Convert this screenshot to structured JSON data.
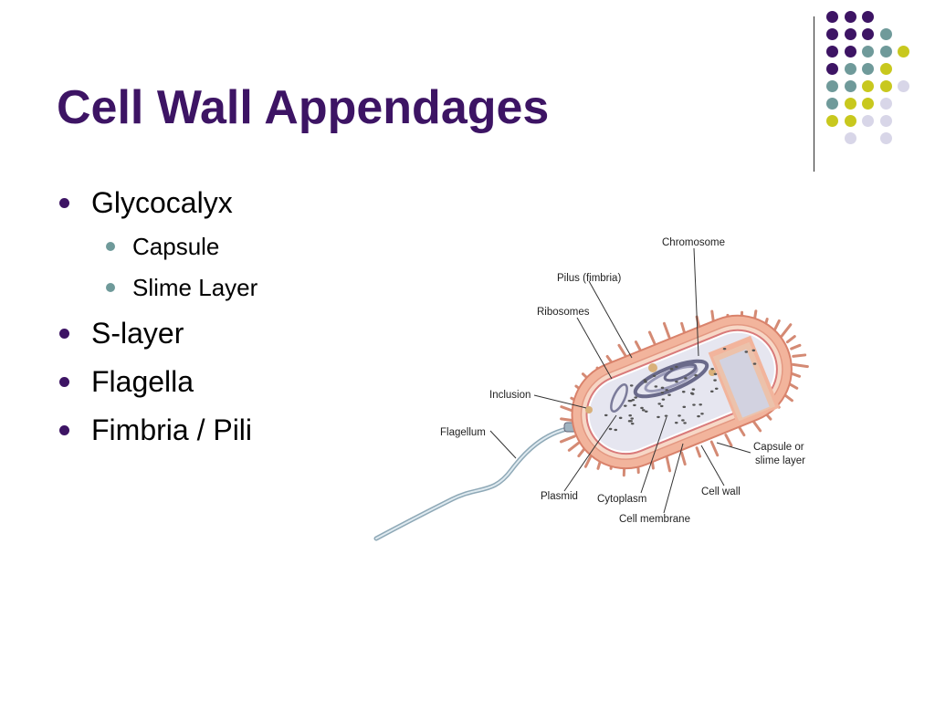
{
  "slide": {
    "title": "Cell Wall Appendages",
    "bullets": [
      {
        "text": "Glycocalyx",
        "level": 1
      },
      {
        "text": "Capsule",
        "level": 2
      },
      {
        "text": "Slime Layer",
        "level": 2
      },
      {
        "text": "S-layer",
        "level": 1
      },
      {
        "text": "Flagella",
        "level": 1
      },
      {
        "text": "Fimbria / Pili",
        "level": 1
      }
    ]
  },
  "theme": {
    "title_color": "#3d1464",
    "bullet_primary": "#3d1464",
    "bullet_secondary": "#6f9a9a",
    "dot_colors": [
      "#3d1464",
      "#6f9a9a",
      "#c8c81e",
      "#d8d6e8"
    ]
  },
  "diagram": {
    "labels": {
      "chromosome": "Chromosome",
      "pilus": "Pilus (fimbria)",
      "ribosomes": "Ribosomes",
      "inclusion": "Inclusion",
      "flagellum": "Flagellum",
      "plasmid": "Plasmid",
      "cytoplasm": "Cytoplasm",
      "cell_membrane": "Cell membrane",
      "cell_wall": "Cell wall",
      "capsule_line1": "Capsule or",
      "capsule_line2": "slime layer"
    }
  }
}
